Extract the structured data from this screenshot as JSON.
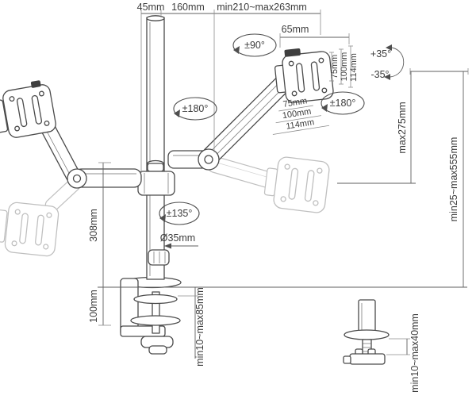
{
  "colors": {
    "line": "#4a4a4a",
    "ghost": "#bfbfbf",
    "dimension": "#5f5f5f",
    "text": "#3c3c3c",
    "background": "#ffffff"
  },
  "labels": {
    "top_offset_45": "45mm",
    "top_offset_160": "160mm",
    "arm_reach": "min210~max263mm",
    "head_offset_65": "65mm",
    "rotate_monitor": "±90°",
    "swivel_left_arm": "±180°",
    "swivel_right_arm": "±180°",
    "swivel_pole": "±135°",
    "tilt_up": "+35°",
    "tilt_down": "-35°",
    "vesa_side_75": "75mm",
    "vesa_side_100": "100mm",
    "vesa_side_114": "114mm",
    "vesa_bottom_75": "75mm",
    "vesa_bottom_100": "100mm",
    "vesa_bottom_114": "114mm",
    "monitor_lift": "max275mm",
    "height_range": "min25~max555mm",
    "pole_height": "308mm",
    "pole_diameter": "Ø35mm",
    "clamp_height": "100mm",
    "clamp_thickness_range": "min10~max85mm",
    "grommet_thickness_range": "min10~max40mm"
  }
}
